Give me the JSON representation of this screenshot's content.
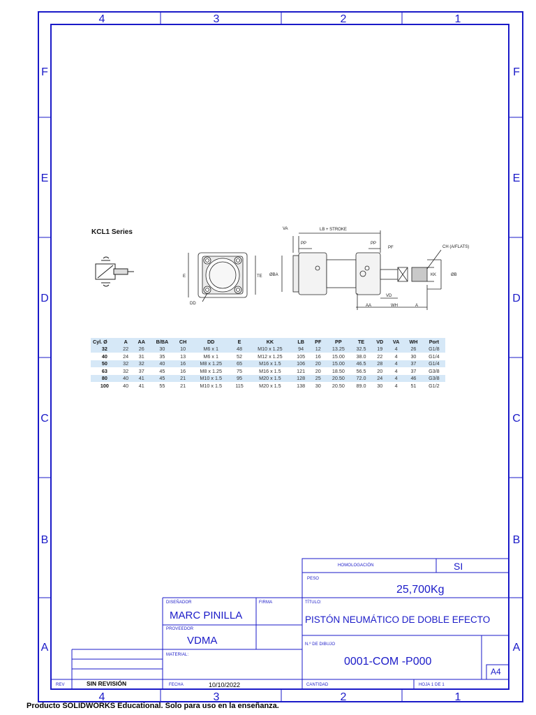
{
  "zones": {
    "columns": [
      "4",
      "3",
      "2",
      "1"
    ],
    "rows": [
      "F",
      "E",
      "D",
      "C",
      "B",
      "A"
    ]
  },
  "series_title": "KCL1 Series",
  "drawing_labels": {
    "va": "VA",
    "lb_stroke": "LB + STROKE",
    "pp_left": "PP",
    "pp_right": "PP",
    "pf": "PF",
    "ch": "CH (A/FLATS)",
    "e": "E",
    "te": "TE",
    "oba": "ØBA",
    "kk": "KK",
    "ob": "ØB",
    "dd": "DD",
    "vd": "VD",
    "aa": "AA",
    "wh": "WH",
    "a": "A"
  },
  "table": {
    "headers": [
      "Cyl. Ø",
      "A",
      "AA",
      "B/BA",
      "CH",
      "DD",
      "E",
      "KK",
      "LB",
      "PF",
      "PP",
      "TE",
      "VD",
      "VA",
      "WH",
      "Port"
    ],
    "rows": [
      [
        "32",
        "22",
        "26",
        "30",
        "10",
        "M6 x 1",
        "48",
        "M10 x 1.25",
        "94",
        "12",
        "13.25",
        "32.5",
        "19",
        "4",
        "26",
        "G1/8"
      ],
      [
        "40",
        "24",
        "31",
        "35",
        "13",
        "M6 x 1",
        "52",
        "M12 x 1.25",
        "105",
        "16",
        "15.00",
        "38.0",
        "22",
        "4",
        "30",
        "G1/4"
      ],
      [
        "50",
        "32",
        "32",
        "40",
        "16",
        "M8 x 1.25",
        "65",
        "M16 x 1.5",
        "106",
        "20",
        "15.00",
        "46.5",
        "28",
        "4",
        "37",
        "G1/4"
      ],
      [
        "63",
        "32",
        "37",
        "45",
        "16",
        "M8 x 1.25",
        "75",
        "M16 x 1.5",
        "121",
        "20",
        "18.50",
        "56.5",
        "20",
        "4",
        "37",
        "G3/8"
      ],
      [
        "80",
        "40",
        "41",
        "45",
        "21",
        "M10 x 1.5",
        "95",
        "M20 x 1.5",
        "128",
        "25",
        "20.50",
        "72.0",
        "24",
        "4",
        "46",
        "G3/8"
      ],
      [
        "100",
        "40",
        "41",
        "55",
        "21",
        "M10 x 1.5",
        "115",
        "M20 x 1.5",
        "138",
        "30",
        "20.50",
        "89.0",
        "30",
        "4",
        "51",
        "G1/2"
      ]
    ]
  },
  "title_block": {
    "homologacion_label": "HOMOLOGACIÓN",
    "homologacion_value": "SI",
    "peso_label": "PESO",
    "peso_value": "25,700Kg",
    "disenador_label": "DISEÑADOR",
    "disenador_value": "MARC PINILLA",
    "firma_label": "FIRMA",
    "titulo_label": "TÍTULO:",
    "titulo_value": "PISTÓN NEUMÁTICO DE DOBLE EFECTO",
    "proveedor_label": "PROVEEDOR",
    "proveedor_value": "VDMA",
    "material_label": "MATERIAL:",
    "num_dibujo_label": "N.º DE DIBUJO",
    "num_dibujo_value": "0001-COM -P000",
    "formato": "A4",
    "rev_label": "REV",
    "rev_value": "SIN REVISIÓN",
    "fecha_label": "FECHA",
    "fecha_value": "10/10/2022",
    "cantidad_label": "CANTIDAD",
    "hoja_label": "HOJA 1 DE 1"
  },
  "footer_note": "Producto SOLIDWORKS Educational. Solo para uso en la enseñanza.",
  "colors": {
    "frame": "#1a1ac8",
    "table_band": "#d6e8f7"
  }
}
